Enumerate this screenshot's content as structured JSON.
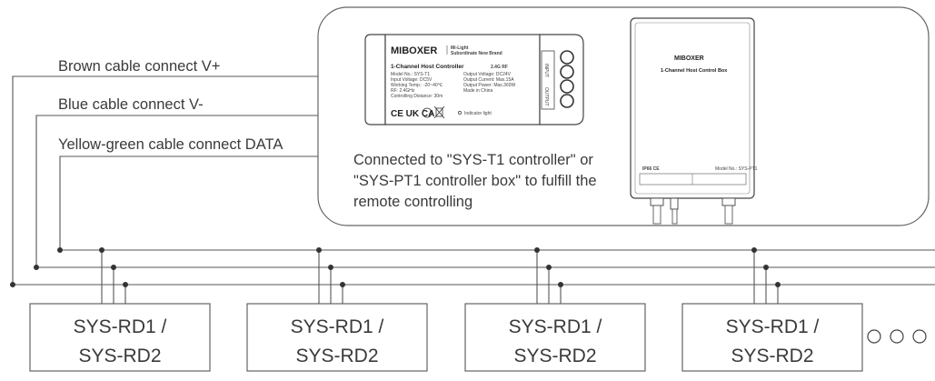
{
  "wiring_labels": {
    "brown": "Brown cable connect V+",
    "blue": "Blue cable connect V-",
    "yellow_green": "Yellow-green cable connect DATA"
  },
  "host_panel": {
    "caption_lines": [
      "Connected to \"SYS-T1 controller\" or",
      "\"SYS-PT1 controller box\" to fulfill the",
      "remote controlling"
    ]
  },
  "controller": {
    "brand": "MIBOXER",
    "sub_brand_1": "Mi-Light",
    "sub_brand_2": "Subordinate New Brand",
    "title": "1-Channel Host Controller",
    "rf_badge": "2.4G RF",
    "specs_left": [
      "Model No.: SYS-T1",
      "Input Voltage: DC5V",
      "Working Temp.: -20~40℃",
      "RF: 2.4GHz",
      "Controlling Distance: 30m"
    ],
    "specs_right": [
      "Output Voltage: DC24V",
      "Output Current: Max.15A",
      "Output Power: Max.360W",
      "Made in China"
    ],
    "cert_marks": "CE UK CA",
    "indicator_label": "Indicator light",
    "port_labels": [
      "INPUT",
      "OUTPUT"
    ]
  },
  "control_box": {
    "brand": "MIBOXER",
    "title": "1-Channel Host Control Box",
    "ip_mark": "IP66 CE",
    "model_label": "Model No.: SYS-PT1"
  },
  "devices": [
    {
      "line1": "SYS-RD1 /",
      "line2": "SYS-RD2"
    },
    {
      "line1": "SYS-RD1 /",
      "line2": "SYS-RD2"
    },
    {
      "line1": "SYS-RD1 /",
      "line2": "SYS-RD2"
    },
    {
      "line1": "SYS-RD1 /",
      "line2": "SYS-RD2"
    }
  ],
  "continuation_marks": 3,
  "colors": {
    "line": "#555555",
    "panel_border": "#666666",
    "text": "#3a3a3a"
  }
}
